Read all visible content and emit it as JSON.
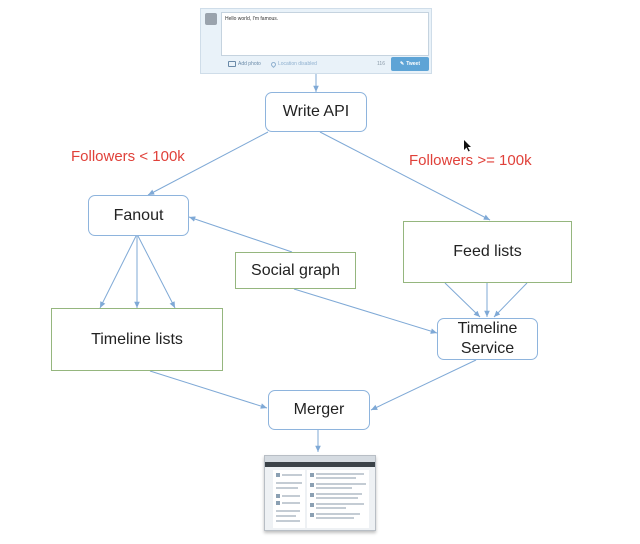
{
  "tweet_box": {
    "text": "Hello world, I'm famous.",
    "add_photo": "Add photo",
    "location": "Location disabled",
    "char_count": "116",
    "tweet_button": "Tweet"
  },
  "nodes": {
    "write_api": "Write API",
    "fanout": "Fanout",
    "social_graph": "Social graph",
    "feed_lists": "Feed lists",
    "timeline_lists": "Timeline lists",
    "timeline_service": "Timeline Service",
    "merger": "Merger"
  },
  "edge_labels": {
    "followers_low": "Followers < 100k",
    "followers_high": "Followers >= 100k"
  },
  "edges": [
    {
      "from": "tweet-box",
      "to": "write-api"
    },
    {
      "from": "write-api",
      "to": "fanout"
    },
    {
      "from": "write-api",
      "to": "feed-lists"
    },
    {
      "from": "social-graph",
      "to": "fanout"
    },
    {
      "from": "social-graph",
      "to": "timeline-service"
    },
    {
      "from": "fanout",
      "to": "timeline-lists"
    },
    {
      "from": "feed-lists",
      "to": "timeline-service"
    },
    {
      "from": "timeline-lists",
      "to": "merger"
    },
    {
      "from": "timeline-service",
      "to": "merger"
    },
    {
      "from": "merger",
      "to": "timeline-screenshot"
    }
  ],
  "colors": {
    "arrow": "#7fa9d6",
    "label_red": "#e0413a",
    "blue_border": "#8eb4dd",
    "green_border": "#95b67e"
  }
}
